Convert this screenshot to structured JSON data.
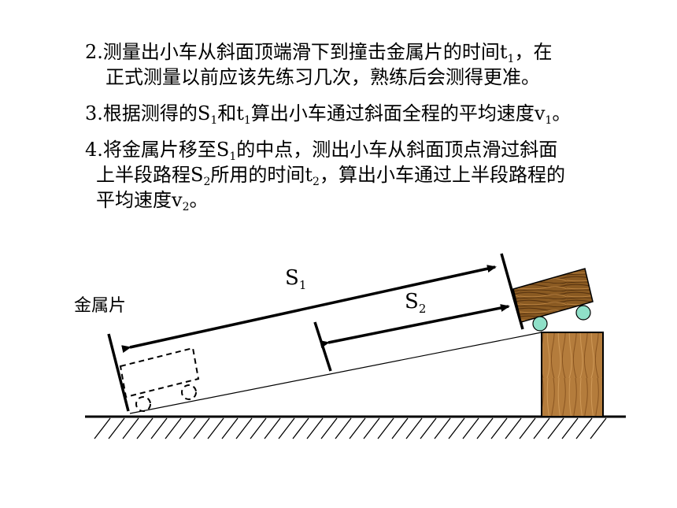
{
  "steps": {
    "step2": {
      "line1_a": "2.测量出小车从斜面顶端滑下到撞击金属片的时间t",
      "line1_sub": "1",
      "line1_b": "，在",
      "line2": "正式测量以前应该先练习几次，熟练后会测得更准。"
    },
    "step3": {
      "a": "3.根据测得的S",
      "sub1": "1",
      "b": "和t",
      "sub2": "1",
      "c": "算出小车通过斜面全程的平均速度v",
      "sub3": "1",
      "d": "。"
    },
    "step4": {
      "line1_a": "4.将金属片移至S",
      "line1_sub": "1",
      "line1_b": "的中点，测出小车从斜面顶点滑过斜面",
      "line2_a": "上半段路程S",
      "line2_sub1": "2",
      "line2_b": "所用的时间t",
      "line2_sub2": "2",
      "line2_c": "，算出小车通过上半段路程的",
      "line3_a": "平均速度v",
      "line3_sub": "2",
      "line3_b": "。"
    }
  },
  "diagram": {
    "plate_label": "金属片",
    "s1_main": "S",
    "s1_sub": "1",
    "s2_main": "S",
    "s2_sub": "2",
    "colors": {
      "wood_dark": "#6b4412",
      "wood_light": "#a0682a",
      "block": "#b07a3a",
      "wheel": "#8fe0c8",
      "line": "#000000"
    }
  }
}
